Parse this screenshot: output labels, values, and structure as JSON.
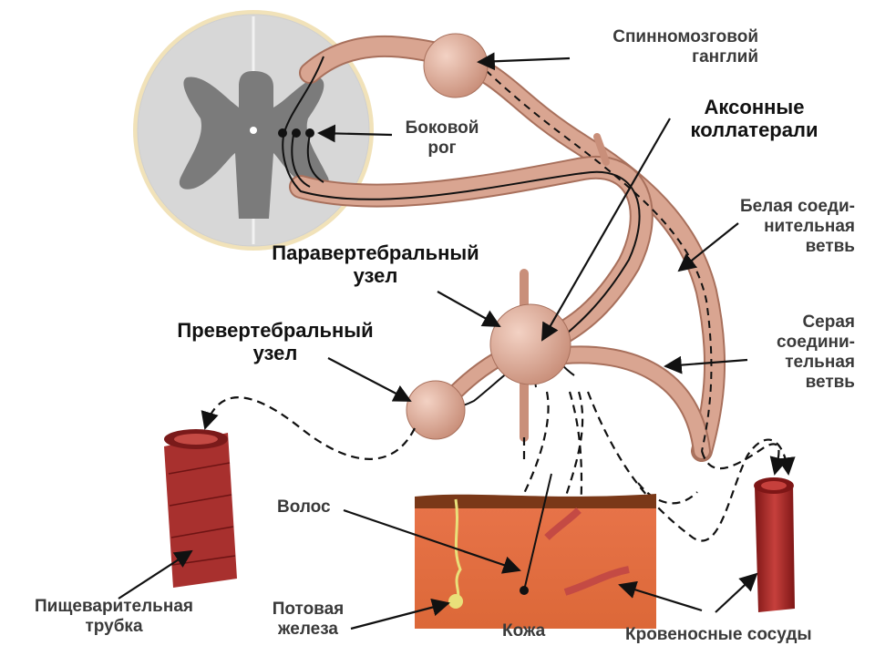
{
  "labels": {
    "spinal_ganglion": "Спинномозговой\nганглий",
    "lateral_horn": "Боковой\nрог",
    "axon_collaterals": "Аксонные\nколлатерали",
    "white_ramus": "Белая соеди-\nнительная\nветвь",
    "paravertebral_node": "Паравертебральный\nузел",
    "prevertebral_node": "Превертебральный\nузел",
    "gray_ramus": "Серая\nсоедини-\nтельная\nветвь",
    "hair": "Волос",
    "digestive_tube": "Пищеварительная\nтрубка",
    "sweat_gland": "Потовая\nжелеза",
    "skin": "Кожа",
    "blood_vessels": "Кровеносные сосуды"
  },
  "colors": {
    "nerve": "#d9a591",
    "nerve_edge": "#a8705c",
    "ganglion": "#e2b09d",
    "cord_white": "#d6d6d6",
    "cord_gray": "#7d7d7d",
    "cord_edge": "#e8cf8a",
    "skin": "#e36d3a",
    "skin_top": "#7a3818",
    "vessel": "#b8312e",
    "label_gray": "#3a3a3a",
    "label_dark": "#111111"
  }
}
